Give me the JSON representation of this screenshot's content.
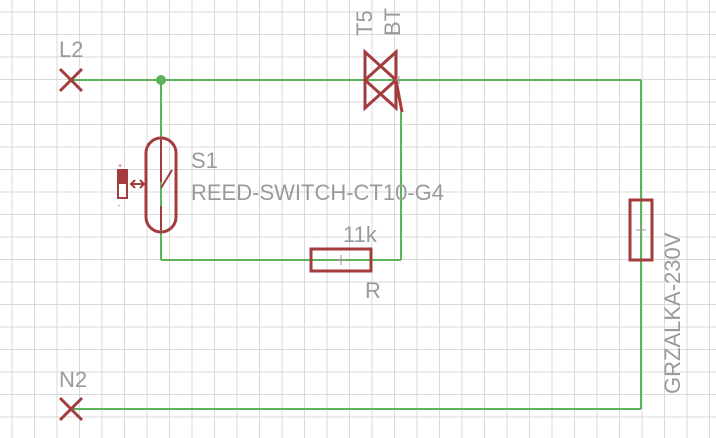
{
  "schematic": {
    "terminals": {
      "l2": {
        "label": "L2"
      },
      "n2": {
        "label": "N2"
      }
    },
    "triac": {
      "name": "T5",
      "value": "BT"
    },
    "reed_switch": {
      "name": "S1",
      "value": "REED-SWITCH-CT10-G4"
    },
    "resistor": {
      "name": "R",
      "value": "11k"
    },
    "heater": {
      "label": "GRZALKA-230V"
    }
  },
  "colors": {
    "wire": "#5cb35c",
    "component": "#a33d3d",
    "label": "#9a9a9a",
    "grid": "#d9d9d9",
    "background": "#ffffff"
  }
}
